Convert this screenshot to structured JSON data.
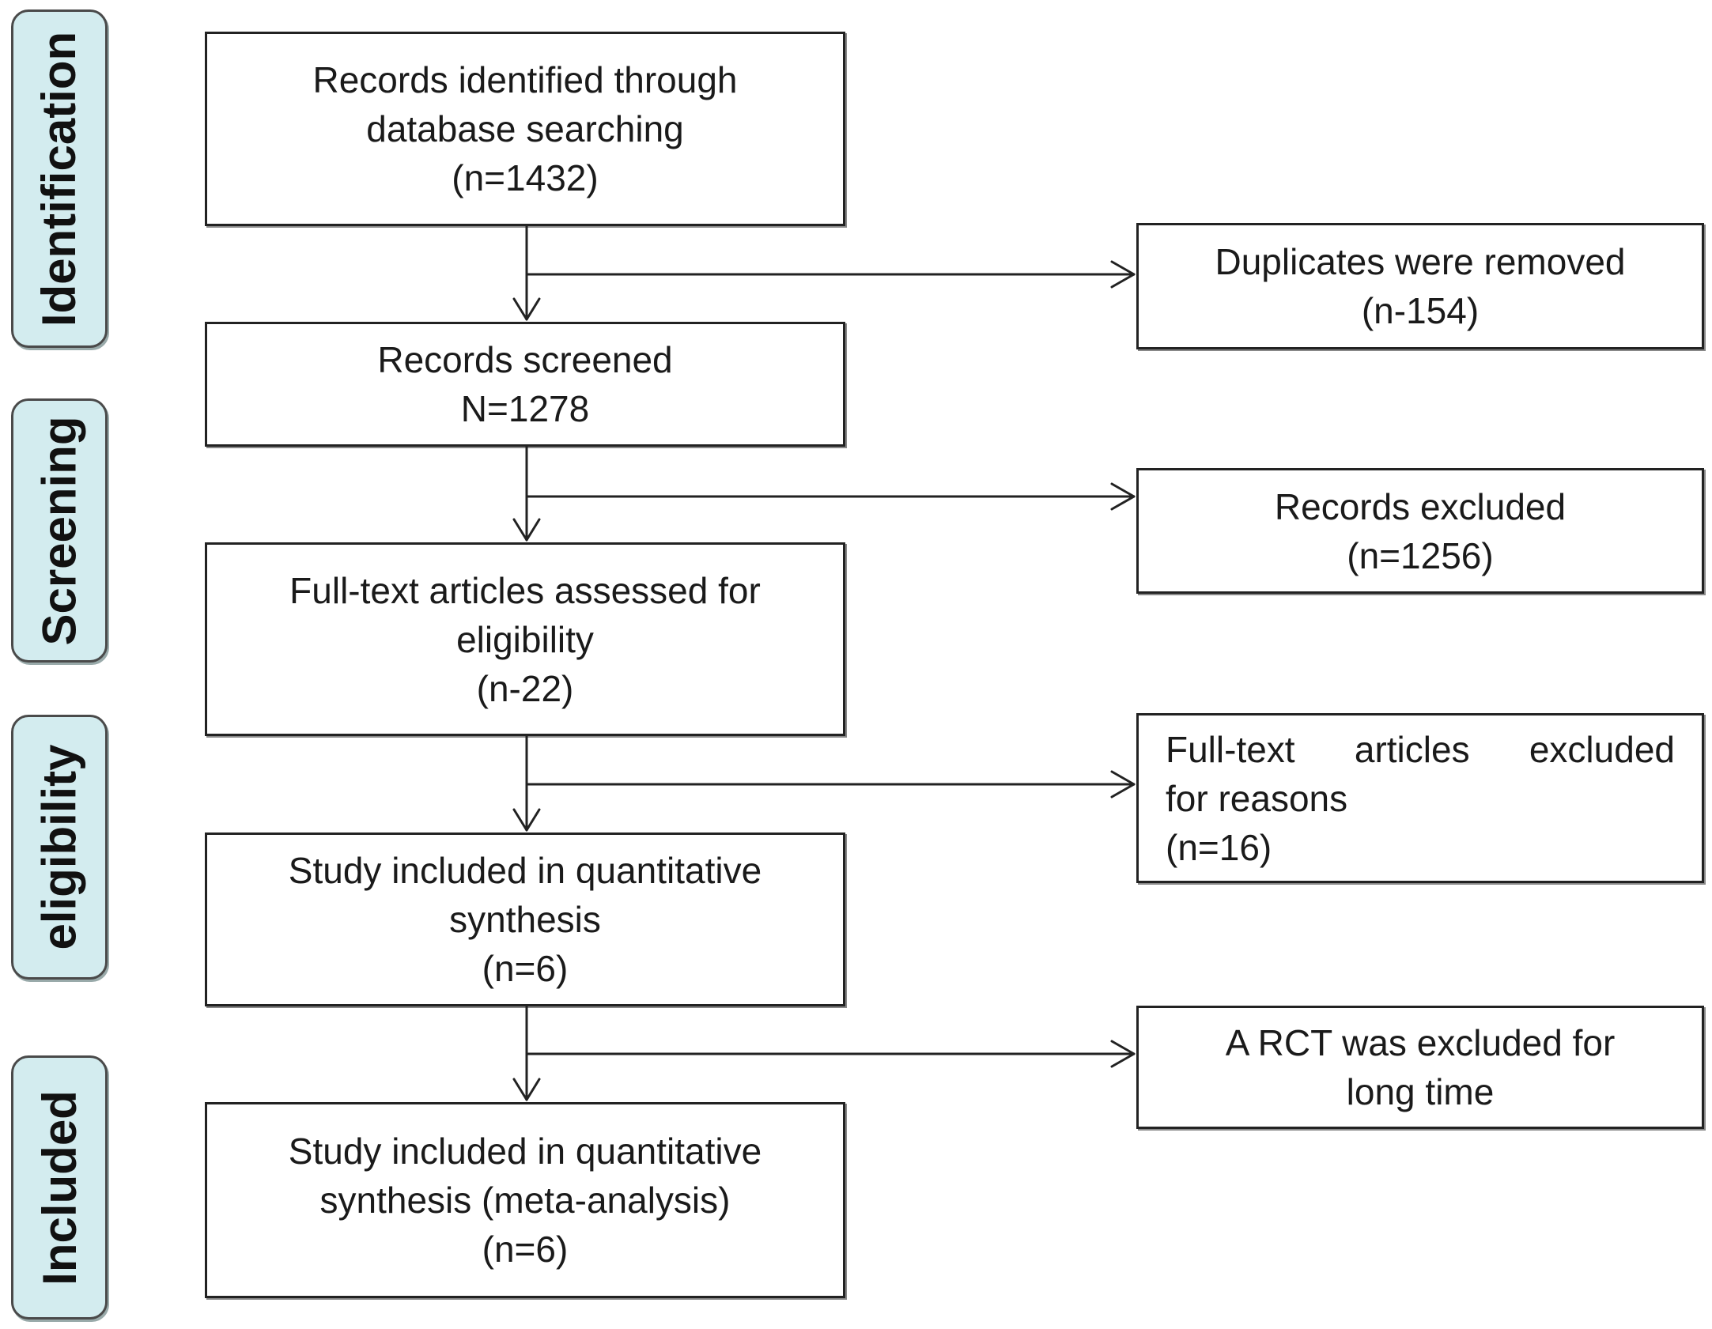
{
  "stages": [
    {
      "id": "identification",
      "label": "Identification"
    },
    {
      "id": "screening",
      "label": "Screening"
    },
    {
      "id": "eligibility",
      "label": "eligibility"
    },
    {
      "id": "included",
      "label": "Included"
    }
  ],
  "main_boxes": [
    {
      "id": "records-identified",
      "lines": [
        "Records identified  through",
        "database     searching",
        "(n=1432)"
      ]
    },
    {
      "id": "records-screened",
      "lines": [
        "Records screened",
        "N=1278"
      ]
    },
    {
      "id": "full-text-assessed",
      "lines": [
        "Full-text articles assessed for",
        "eligibility",
        "(n-22)"
      ]
    },
    {
      "id": "study-included-quant",
      "lines": [
        "Study  included in quantitative",
        "synthesis",
        "(n=6)"
      ]
    },
    {
      "id": "study-included-meta",
      "lines": [
        "Study  included in quantitative",
        "synthesis (meta-analysis)",
        "(n=6)"
      ]
    }
  ],
  "side_boxes": [
    {
      "id": "duplicates-removed",
      "lines": [
        "Duplicates were removed",
        "(n-154)"
      ]
    },
    {
      "id": "records-excluded",
      "lines": [
        "Records excluded",
        "(n=1256)"
      ]
    },
    {
      "id": "full-text-excluded",
      "lines": [
        "Full-text   articles   excluded",
        "for reasons",
        "(n=16)"
      ]
    },
    {
      "id": "rct-excluded",
      "lines": [
        "A RCT  was  excluded for",
        "long time"
      ]
    }
  ]
}
